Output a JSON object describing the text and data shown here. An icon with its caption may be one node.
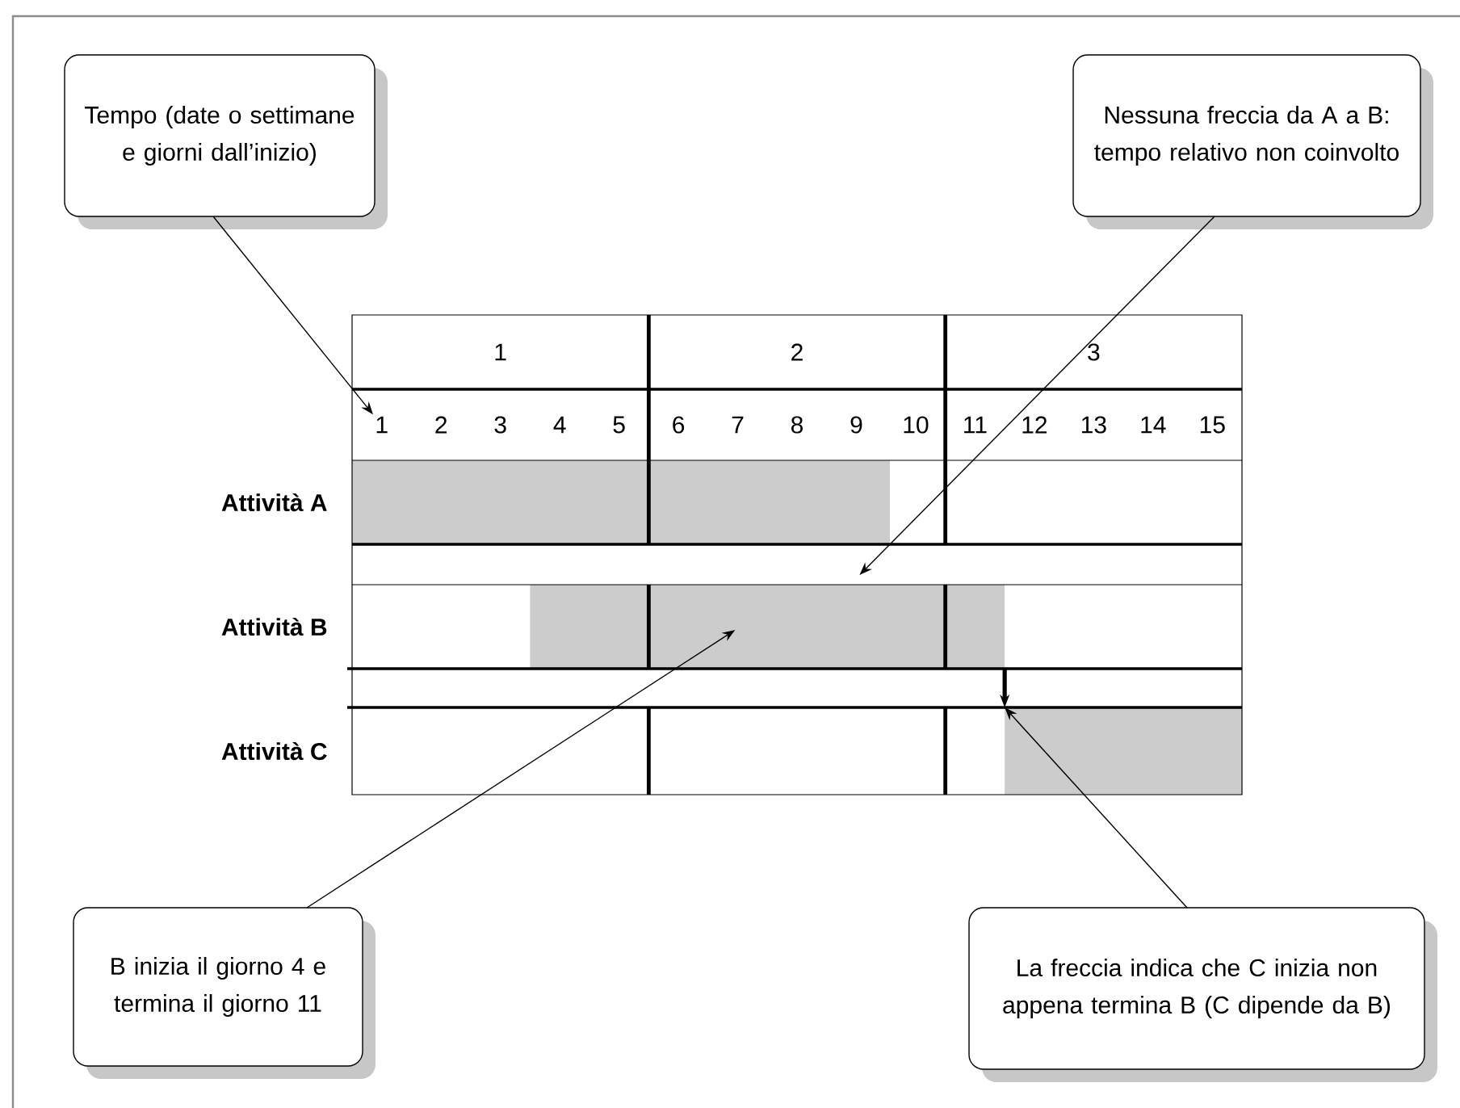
{
  "diagram": {
    "nodes": [
      {
        "text": [
          "Tempo (date o settimane e giorni dall’inizio)"
        ]
      },
      {
        "text": [
          "Nessuna freccia da A a B: tempo relativo non coinvolto"
        ]
      },
      {
        "text": [
          "B inizia il giorno 4 e termina il giorno 11"
        ]
      },
      {
        "text": [
          "La freccia indica che C inizia non appena termina B (C dipende da B)"
        ]
      },
      {
        "text": [
          "1"
        ]
      },
      {
        "text": [],
        "shape": "bar"
      },
      {
        "text": [],
        "shape": "bar"
      },
      {
        "text": [],
        "shape": "bar"
      }
    ],
    "edges": [
      {
        "from": 0,
        "to": 4,
        "arrow": "to"
      },
      {
        "from": 1,
        "to": 6,
        "arrow": "to"
      },
      {
        "from": 2,
        "to": 6,
        "arrow": "to"
      },
      {
        "from": 3,
        "to": 7,
        "arrow": "to"
      },
      {
        "from": 6,
        "to": 7,
        "arrow": "to",
        "style": "thick"
      }
    ],
    "labels": [
      "1",
      "2",
      "3",
      "2",
      "3",
      "4",
      "5",
      "6",
      "7",
      "8",
      "9",
      "10",
      "11",
      "12",
      "13",
      "14",
      "15",
      "Attività A",
      "Attività B",
      "Attività C"
    ]
  }
}
